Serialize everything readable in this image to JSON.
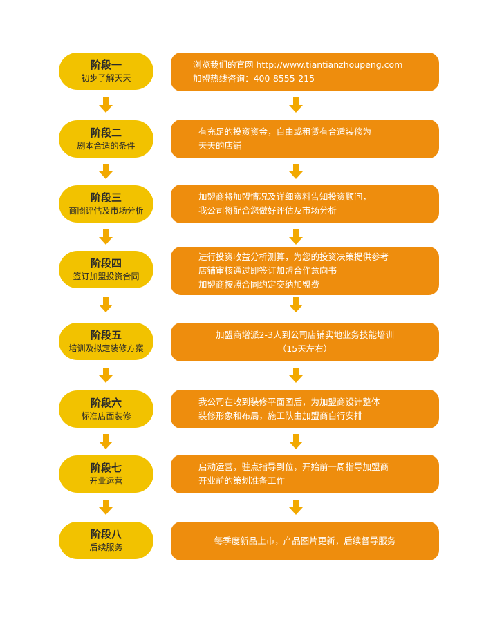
{
  "stages": [
    {
      "title": "阶段一",
      "subtitle": "初步了解天天",
      "lines": [
        "浏览我们的官网  http://www.tiantianzhoupeng.com",
        "加盟热线咨询：400-8555-215"
      ]
    },
    {
      "title": "阶段二",
      "subtitle": "剧本合适的条件",
      "lines": [
        "有充足的投资资金，自由或租赁有合适装修为",
        "天天的店铺"
      ]
    },
    {
      "title": "阶段三",
      "subtitle": "商圈评估及市场分析",
      "lines": [
        "加盟商将加盟情况及详细资料告知投资顾问，",
        "我公司将配合您做好评估及市场分析"
      ]
    },
    {
      "title": "阶段四",
      "subtitle": "签订加盟投资合同",
      "lines": [
        "进行投资收益分析测算，为您的投资决策提供参考",
        "店铺审核通过即签订加盟合作意向书",
        "加盟商按照合同约定交纳加盟费"
      ]
    },
    {
      "title": "阶段五",
      "subtitle": "培训及拟定装修方案",
      "lines": [
        "加盟商增派2-3人到公司店铺实地业务技能培训",
        "（15天左右）"
      ]
    },
    {
      "title": "阶段六",
      "subtitle": "标准店面装修",
      "lines": [
        "我公司在收到装修平面图后，为加盟商设计整体",
        "装修形象和布局，施工队由加盟商自行安排"
      ]
    },
    {
      "title": "阶段七",
      "subtitle": "开业运营",
      "lines": [
        "启动运营，驻点指导到位，开始前一周指导加盟商",
        "开业前的策划准备工作"
      ]
    },
    {
      "title": "阶段八",
      "subtitle": "后续服务",
      "lines": [
        "每季度新品上市，产品图片更新，后续督导服务"
      ]
    }
  ],
  "colors": {
    "stage_pill": "#f2c200",
    "desc_box": "#ee8d0d",
    "arrow": "#f2a900"
  }
}
